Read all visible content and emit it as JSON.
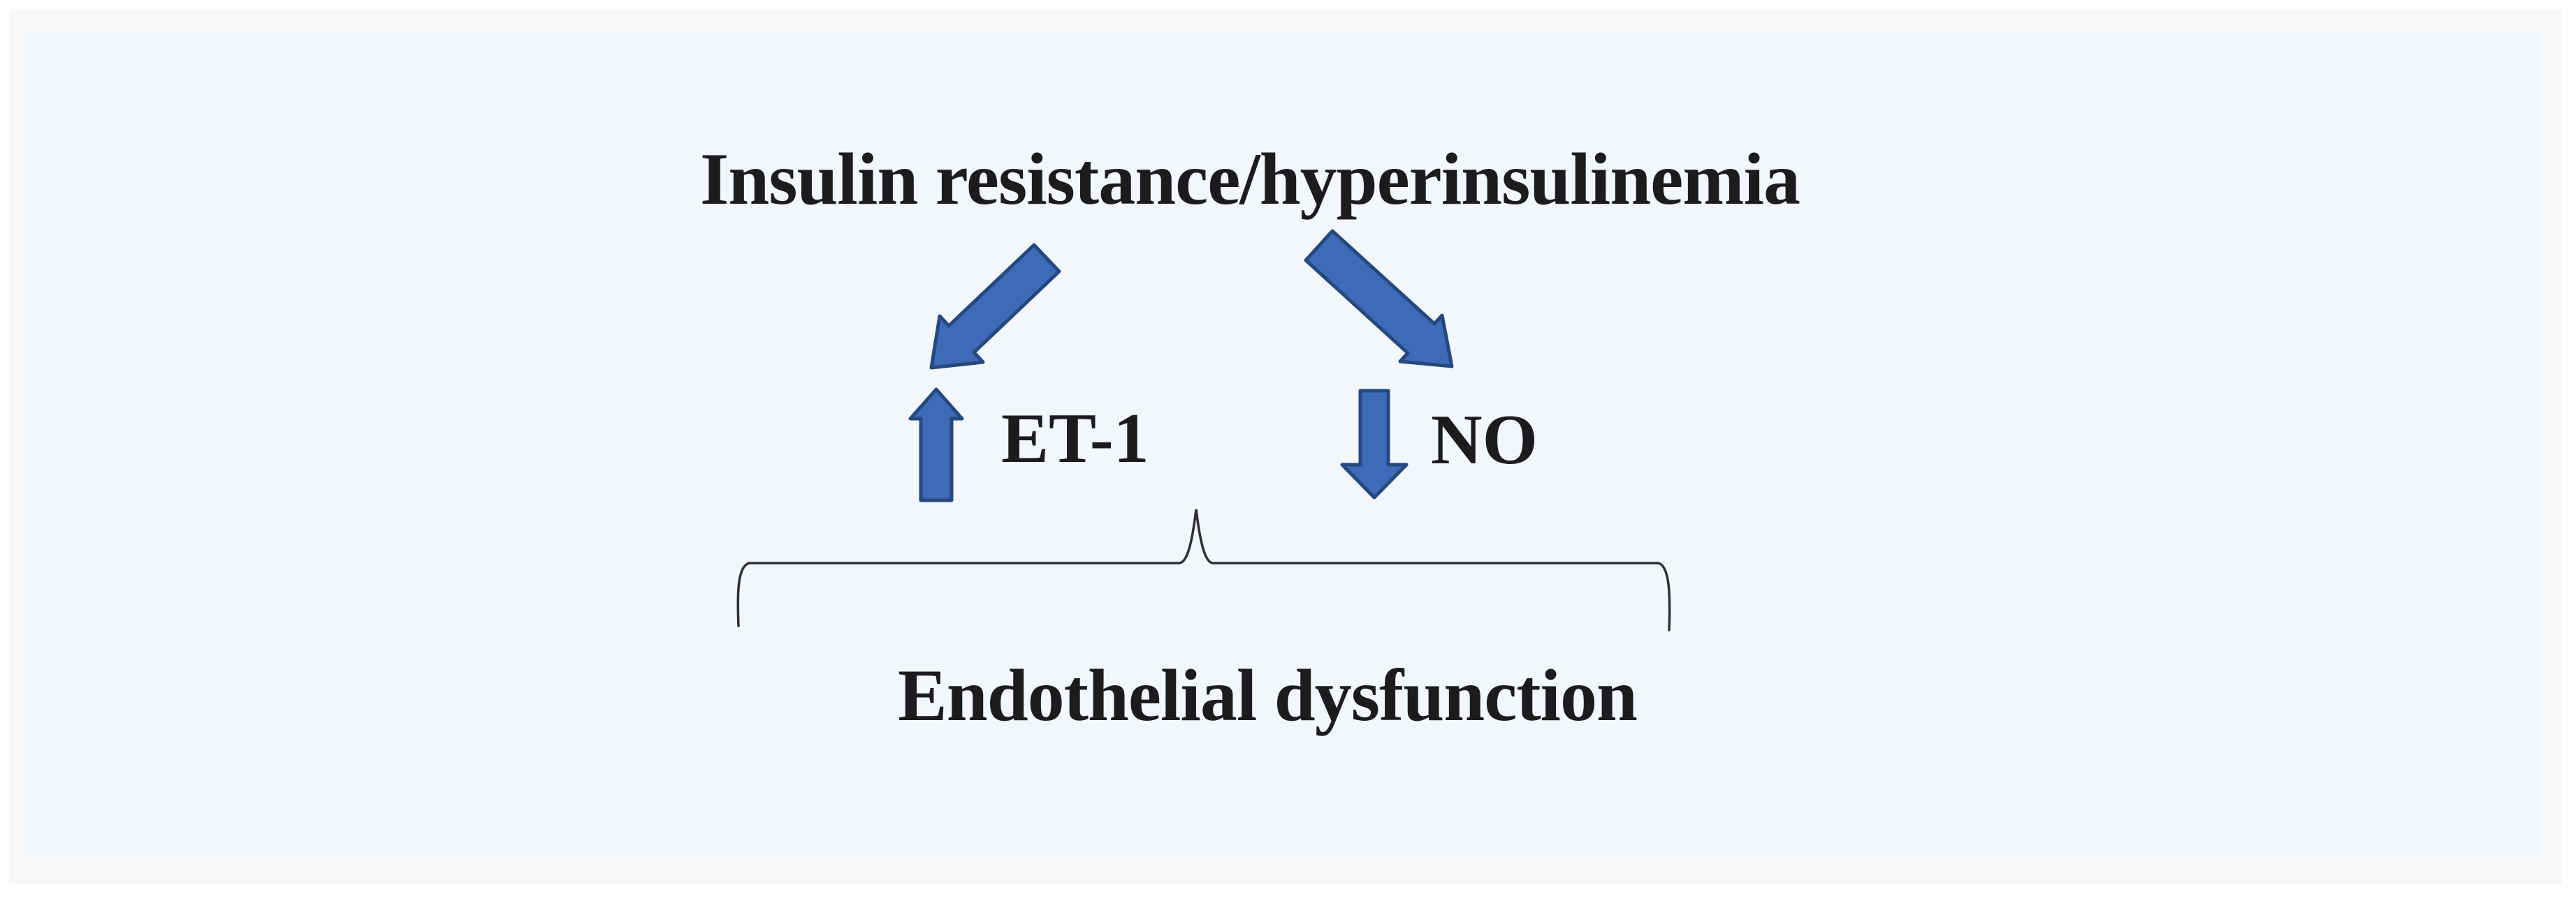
{
  "figure": {
    "title": "Insulin resistance/hyperinsulinemia",
    "branches": [
      {
        "label": "ET-1",
        "change": "increase",
        "arrow": "up"
      },
      {
        "label": "NO",
        "change": "decrease",
        "arrow": "down"
      }
    ],
    "outcome": "Endothelial dysfunction"
  },
  "icons": {
    "left_branch": "arrow-down-left",
    "right_branch": "arrow-down-right",
    "et1_change": "arrow-up",
    "no_change": "arrow-down",
    "grouping": "curly-underbrace"
  },
  "colors": {
    "arrow_fill": "#3e6ab8",
    "arrow_stroke": "#24497f",
    "brace": "#2e2e33",
    "text": "#1c1c1e",
    "panel_bg": "#f3f6fa",
    "page_bg": "#ffffff"
  }
}
